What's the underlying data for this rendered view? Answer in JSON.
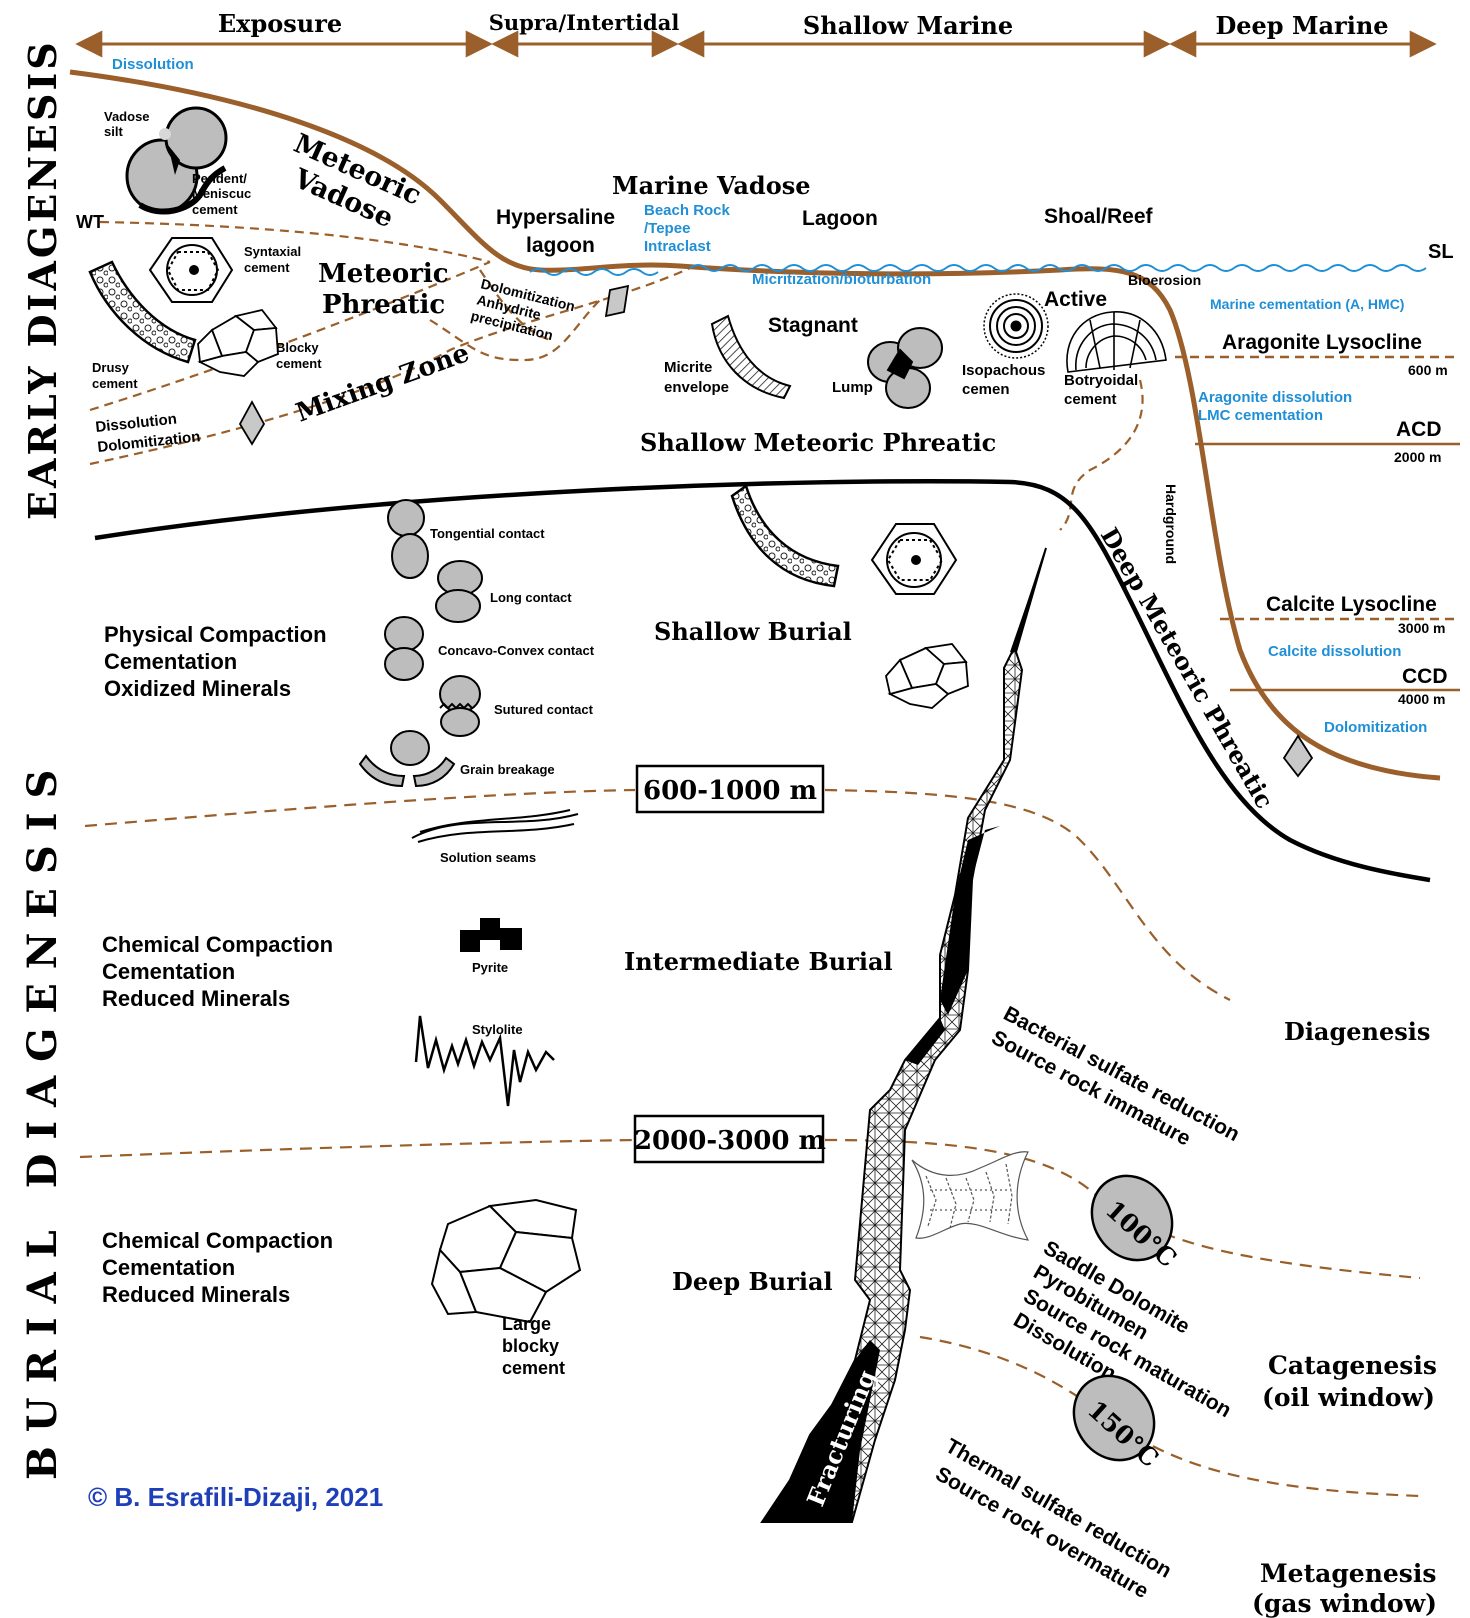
{
  "zones": {
    "exposure": "Exposure",
    "supra": "Supra/Intertidal",
    "shallow_marine": "Shallow Marine",
    "deep_marine": "Deep Marine"
  },
  "side": {
    "early": "EARLY DIAGENESIS",
    "burial": "BURIAL DIAGENESIS"
  },
  "early": {
    "dissolution_top": "Dissolution",
    "vadose_silt_1": "Vadose",
    "vadose_silt_2": "silt",
    "pendent_1": "Pendent/",
    "pendent_2": "Meniscuc",
    "pendent_3": "cement",
    "wt": "WT",
    "meteoric_vadose_1": "Meteoric",
    "meteoric_vadose_2": "Vadose",
    "syntaxial_1": "Syntaxial",
    "syntaxial_2": "cement",
    "meteoric_phreatic_1": "Meteoric",
    "meteoric_phreatic_2": "Phreatic",
    "drusy_1": "Drusy",
    "drusy_2": "cement",
    "blocky_1": "Blocky",
    "blocky_2": "cement",
    "mixing_zone": "Mixing Zone",
    "dissolution_1": "Dissolution",
    "dissolution_2": "Dolomitization",
    "dolomitization_1": "Dolomitization",
    "dolomitization_2": "Anhydrite",
    "dolomitization_3": "precipitation",
    "hypersaline_1": "Hypersaline",
    "hypersaline_2": "lagoon",
    "marine_vadose": "Marine Vadose",
    "beach_1": "Beach Rock",
    "beach_2": "/Tepee",
    "beach_3": "Intraclast",
    "lagoon": "Lagoon",
    "shoal_reef": "Shoal/Reef",
    "sl": "SL",
    "micritization": "Micritization/bioturbation",
    "bioerosion": "Bioerosion",
    "marine_cementation": "Marine cementation (A, HMC)",
    "stagnant": "Stagnant",
    "active": "Active",
    "micrite_1": "Micrite",
    "micrite_2": "envelope",
    "lump": "Lump",
    "isopachous_1": "Isopachous",
    "isopachous_2": "cemen",
    "botryoidal_1": "Botryoidal",
    "botryoidal_2": "cement",
    "shallow_meteoric_phreatic": "Shallow Meteoric Phreatic",
    "aragonite_lysocline": "Aragonite Lysocline",
    "depth_600": "600 m",
    "aragonite_dissolution_1": "Aragonite dissolution",
    "aragonite_dissolution_2": "LMC cementation",
    "acd": "ACD",
    "depth_2000": "2000 m"
  },
  "burial": {
    "tangential": "Tongential contact",
    "long": "Long contact",
    "concavo": "Concavo-Convex contact",
    "sutured": "Sutured contact",
    "grain_breakage": "Grain breakage",
    "physical_1": "Physical Compaction",
    "physical_2": "Cementation",
    "physical_3": "Oxidized Minerals",
    "shallow_burial": "Shallow Burial",
    "hardground": "Hardground",
    "deep_meteoric_phreatic": "Deep Meteoric Phreatic",
    "calcite_lysocline": "Calcite Lysocline",
    "depth_3000": "3000 m",
    "calcite_dissolution": "Calcite dissolution",
    "ccd": "CCD",
    "depth_4000": "4000 m",
    "dolomitization": "Dolomitization",
    "box_1": "600-1000 m",
    "solution_seams": "Solution seams",
    "chemical_1a": "Chemical Compaction",
    "chemical_1b": "Cementation",
    "chemical_1c": "Reduced Minerals",
    "pyrite": "Pyrite",
    "intermediate_burial": "Intermediate Burial",
    "stylolite": "Stylolite",
    "diagenesis": "Diagenesis",
    "bacterial_1": "Bacterial sulfate reduction",
    "bacterial_2": "Source rock immature",
    "box_2": "2000-3000 m",
    "temp_100": "100°C",
    "chemical_2a": "Chemical Compaction",
    "chemical_2b": "Cementation",
    "chemical_2c": "Reduced Minerals",
    "large_1": "Large",
    "large_2": "blocky",
    "large_3": "cement",
    "deep_burial": "Deep Burial",
    "saddle_1": "Saddle Dolomite",
    "saddle_2": "Pyrobitumen",
    "saddle_3": "Source rock maturation",
    "saddle_4": "Dissolution",
    "catagenesis_1": "Catagenesis",
    "catagenesis_2": "(oil window)",
    "temp_150": "150°C",
    "fracturing": "Fracturing",
    "thermal_1": "Thermal sulfate reduction",
    "thermal_2": "Source rock overmature",
    "metagenesis_1": "Metagenesis",
    "metagenesis_2": "(gas window)",
    "copyright": "© B. Esrafili-Dizaji, 2021"
  },
  "colors": {
    "brown": "#9a5f2a",
    "blue": "#1f8fd6",
    "copyright": "#1e3fb8",
    "grain": "#bdbdbd"
  },
  "icons": [
    "vadose-silt-icon",
    "syntaxial-cement-icon",
    "drusy-cement-icon",
    "blocky-cement-icon",
    "dolomite-rhomb-icon",
    "micrite-envelope-icon",
    "lump-icon",
    "isopachous-cement-icon",
    "botryoidal-cement-icon",
    "grain-contact-icon",
    "pyrite-icon",
    "stylolite-icon",
    "solution-seams-icon",
    "saddle-dolomite-icon",
    "fracture-icon"
  ]
}
